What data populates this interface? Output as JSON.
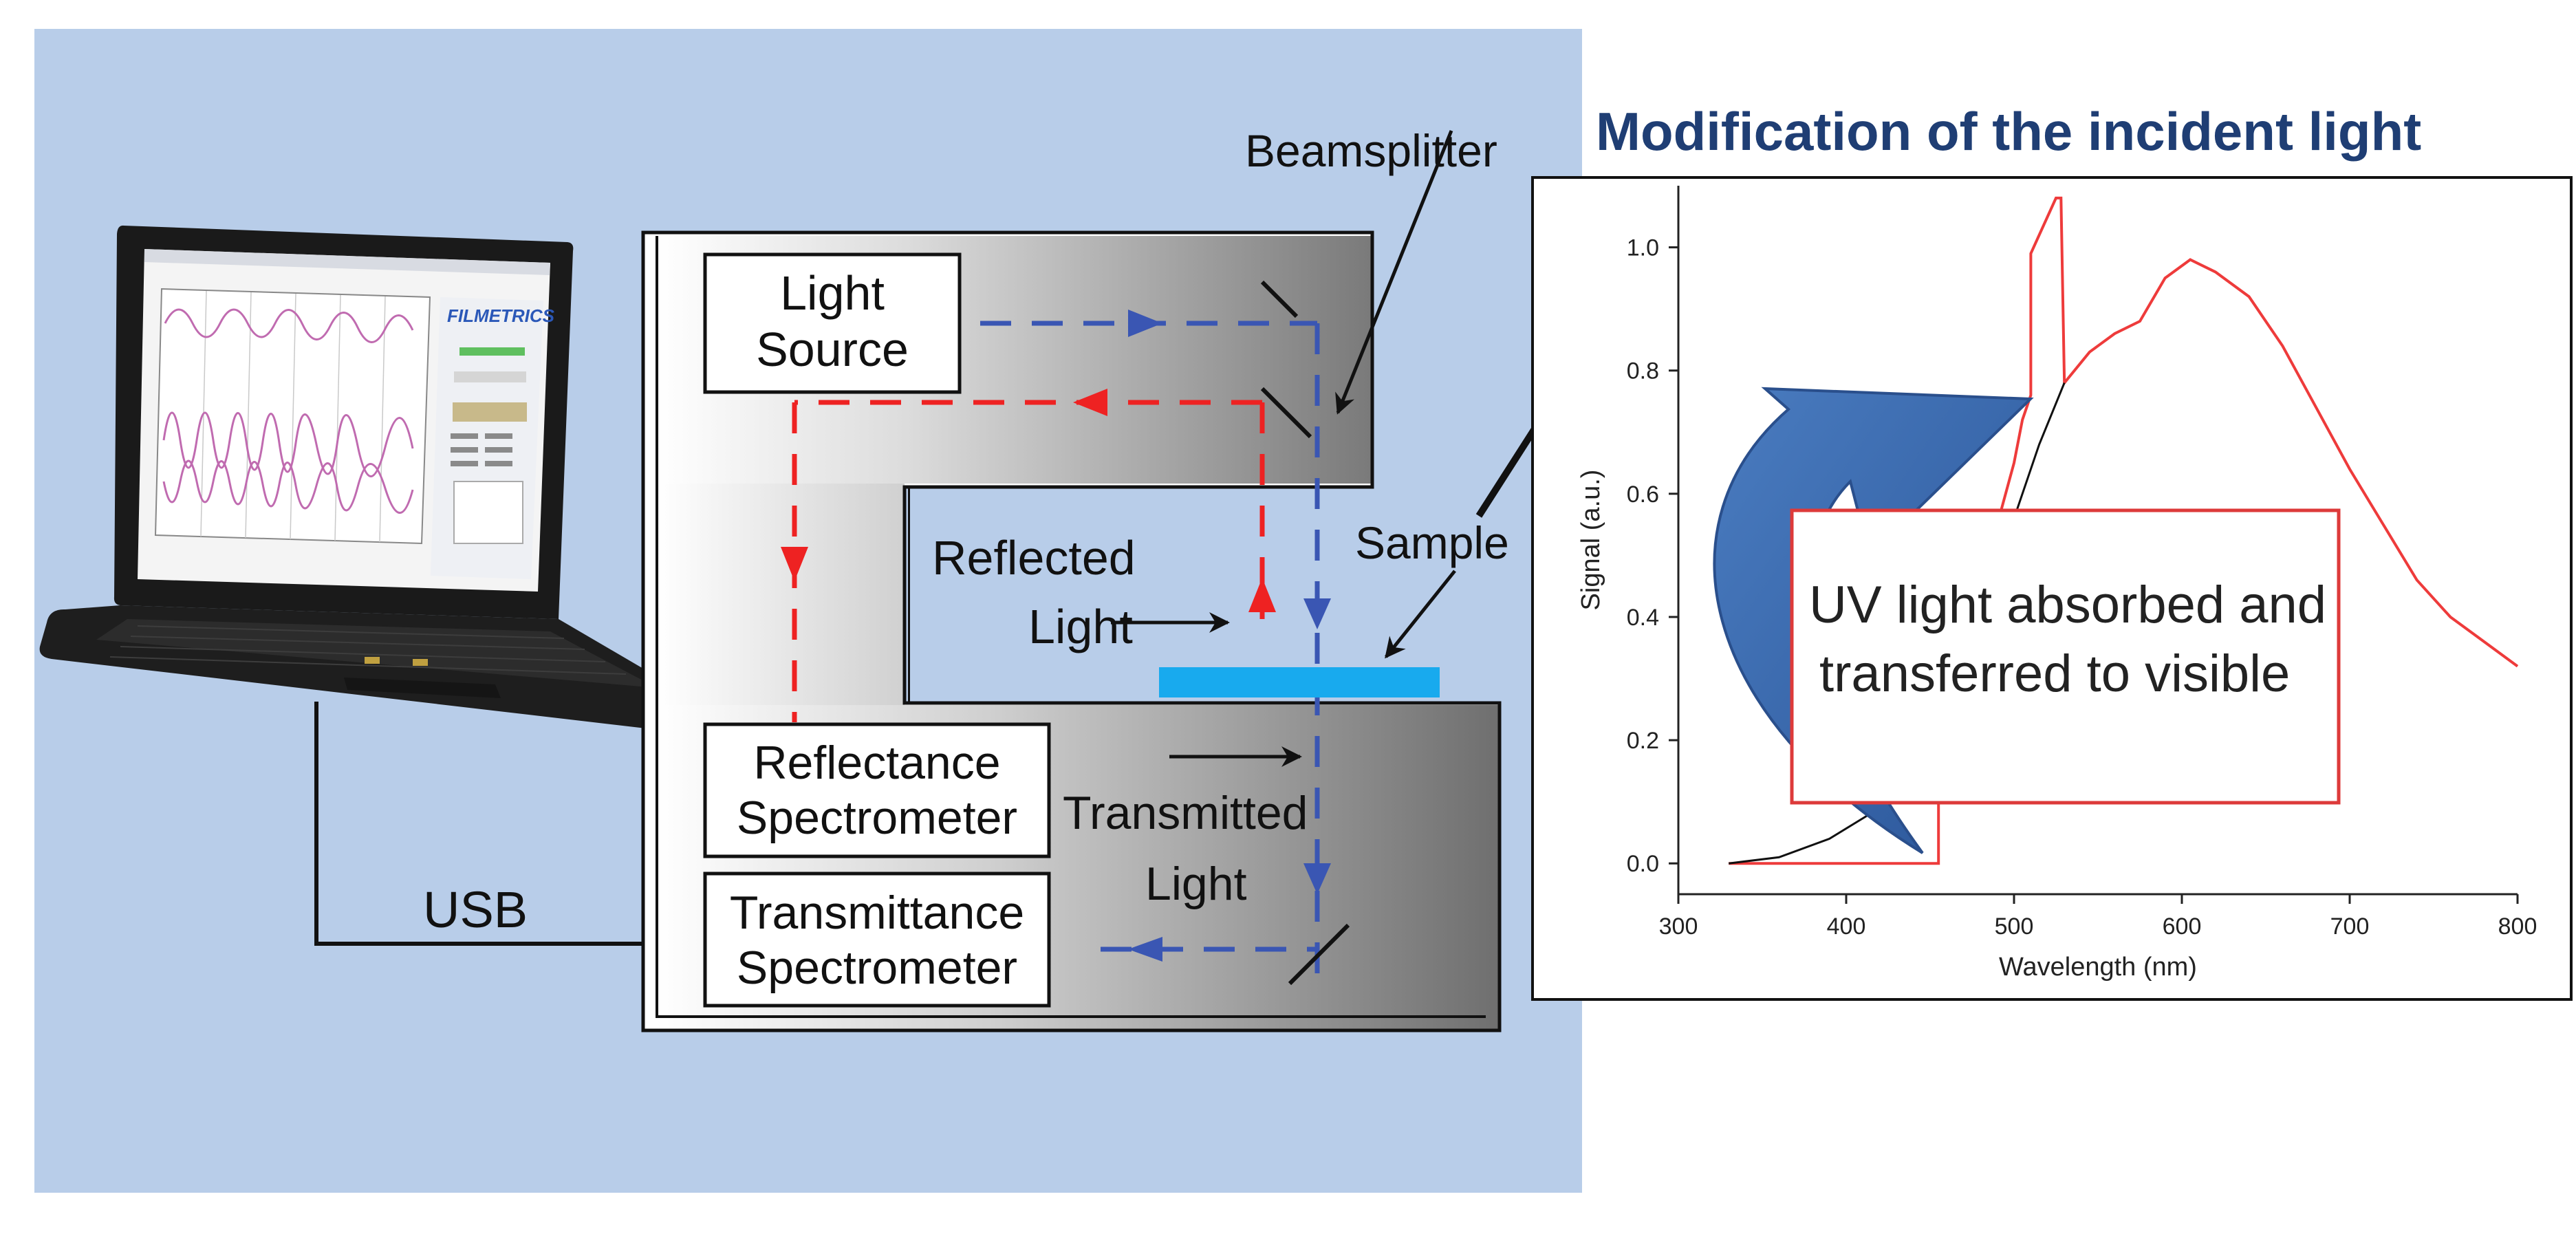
{
  "heading": "Modification of the incident light",
  "laptop_screen": {
    "brand": "FILMETRICS"
  },
  "usb_label": "USB",
  "boxes": {
    "light_source": [
      "Light",
      "Source"
    ],
    "reflectance": [
      "Reflectance",
      "Spectrometer"
    ],
    "transmittance": [
      "Transmittance",
      "Spectrometer"
    ]
  },
  "labels": {
    "beamsplitter": "Beamsplitter",
    "sample": "Sample",
    "reflected": [
      "Reflected",
      "Light"
    ],
    "transmitted": [
      "Transmitted",
      "Light"
    ]
  },
  "callout": [
    "UV light absorbed and",
    "transferred to visible"
  ],
  "colors": {
    "background_panel": "#b8cde9",
    "beam_blue": "#3a56b3",
    "beam_red": "#ee2222",
    "sample_bar": "#18aaee",
    "chart_red": "#ee3b3b",
    "heading": "#1f3e74",
    "arrow_fill": "#3566ac"
  },
  "chart_data": {
    "type": "line",
    "title": "",
    "xlabel": "Wavelength (nm)",
    "ylabel": "Signal (a.u.)",
    "xlim": [
      300,
      800
    ],
    "ylim": [
      -0.05,
      1.1
    ],
    "xticks": [
      300,
      400,
      500,
      600,
      700,
      800
    ],
    "yticks": [
      0.0,
      0.2,
      0.4,
      0.6,
      0.8,
      1.0
    ],
    "ytick_labels": [
      "0.0",
      "0.2",
      "0.4",
      "0.6",
      "0.8",
      "1.0"
    ],
    "grid": false,
    "series": [
      {
        "color": "#ee3b3b",
        "x": [
          330,
          455,
          455,
          500,
          505,
          510,
          510,
          525,
          528,
          530,
          530,
          545,
          560,
          575,
          590,
          605,
          620,
          640,
          660,
          680,
          700,
          720,
          740,
          760,
          780,
          800
        ],
        "y": [
          0.0,
          0.0,
          0.2,
          0.65,
          0.72,
          0.76,
          0.99,
          1.08,
          1.08,
          0.78,
          0.78,
          0.83,
          0.86,
          0.88,
          0.95,
          0.98,
          0.96,
          0.92,
          0.84,
          0.74,
          0.64,
          0.55,
          0.46,
          0.4,
          0.36,
          0.32
        ]
      },
      {
        "color": "#111111",
        "x": [
          330,
          360,
          390,
          420,
          440,
          460,
          480,
          500,
          515,
          530
        ],
        "y": [
          0.0,
          0.01,
          0.04,
          0.09,
          0.14,
          0.22,
          0.36,
          0.56,
          0.68,
          0.78
        ]
      }
    ]
  }
}
